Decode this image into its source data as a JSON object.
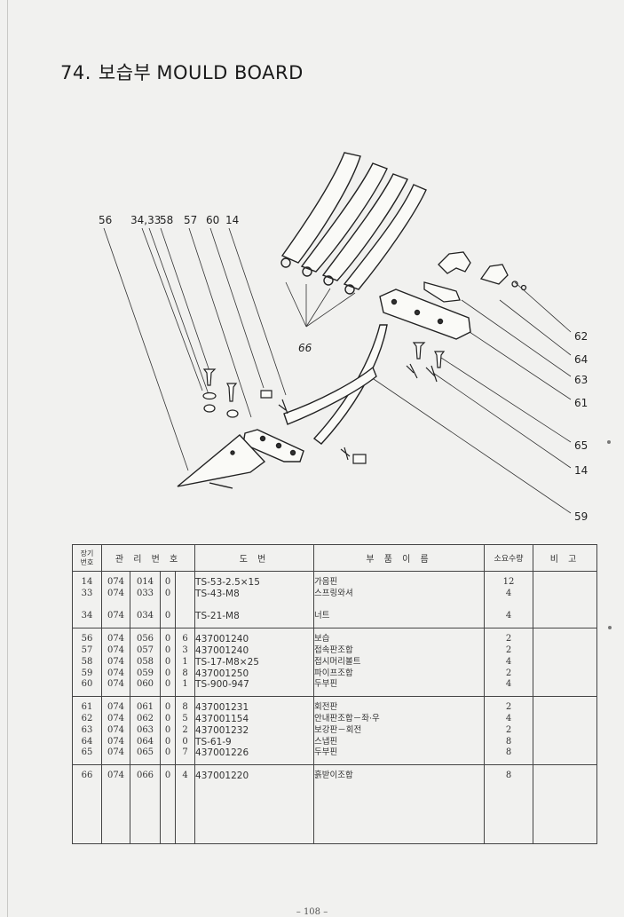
{
  "page": {
    "title_number": "74.",
    "title_korean": "보습부",
    "title_english": "MOULD BOARD",
    "page_number": "– 108 –"
  },
  "callouts": {
    "top": [
      "56",
      "34,33",
      "58",
      "57",
      "60",
      "14"
    ],
    "right": [
      "62",
      "64",
      "63",
      "61",
      "65",
      "14",
      "59"
    ],
    "bottom": [
      "66"
    ]
  },
  "table": {
    "headers": {
      "seq": [
        "장기",
        "번호"
      ],
      "mgmt": "관 리 번 호",
      "drawing": "도 번",
      "part": "부 품 이 름",
      "qty": "소요수량",
      "note": "비 고"
    },
    "groups": [
      {
        "rows": [
          {
            "seq": "14",
            "a": "074",
            "b": "014",
            "c": "0",
            "d": "",
            "drawing": "TS-53-2.5×15",
            "name": "가음핀",
            "qty": "12"
          },
          {
            "seq": "33",
            "a": "074",
            "b": "033",
            "c": "0",
            "d": "",
            "drawing": "TS-43-M8",
            "name": "스프링와셔",
            "qty": "4"
          },
          {
            "seq": "",
            "a": "",
            "b": "",
            "c": "",
            "d": "",
            "drawing": "",
            "name": "",
            "qty": ""
          },
          {
            "seq": "34",
            "a": "074",
            "b": "034",
            "c": "0",
            "d": "",
            "drawing": "TS-21-M8",
            "name": "너트",
            "qty": "4"
          }
        ]
      },
      {
        "rows": [
          {
            "seq": "56",
            "a": "074",
            "b": "056",
            "c": "0",
            "d": "6",
            "drawing": "437001240",
            "name": "보습",
            "qty": "2"
          },
          {
            "seq": "57",
            "a": "074",
            "b": "057",
            "c": "0",
            "d": "3",
            "drawing": "437001240",
            "name": "접속판조합",
            "qty": "2"
          },
          {
            "seq": "58",
            "a": "074",
            "b": "058",
            "c": "0",
            "d": "1",
            "drawing": "TS-17-M8×25",
            "name": "접시머리볼트",
            "qty": "4"
          },
          {
            "seq": "59",
            "a": "074",
            "b": "059",
            "c": "0",
            "d": "8",
            "drawing": "437001250",
            "name": "파이프조합",
            "qty": "2"
          },
          {
            "seq": "60",
            "a": "074",
            "b": "060",
            "c": "0",
            "d": "1",
            "drawing": "TS-900-947",
            "name": "두부핀",
            "qty": "4"
          }
        ]
      },
      {
        "rows": [
          {
            "seq": "61",
            "a": "074",
            "b": "061",
            "c": "0",
            "d": "8",
            "drawing": "437001231",
            "name": "회전판",
            "qty": "2"
          },
          {
            "seq": "62",
            "a": "074",
            "b": "062",
            "c": "0",
            "d": "5",
            "drawing": "437001154",
            "name": "안내판조합－좌·우",
            "qty": "4"
          },
          {
            "seq": "63",
            "a": "074",
            "b": "063",
            "c": "0",
            "d": "2",
            "drawing": "437001232",
            "name": "보강판－회전",
            "qty": "2"
          },
          {
            "seq": "64",
            "a": "074",
            "b": "064",
            "c": "0",
            "d": "0",
            "drawing": "TS-61-9",
            "name": "스냅핀",
            "qty": "8"
          },
          {
            "seq": "65",
            "a": "074",
            "b": "065",
            "c": "0",
            "d": "7",
            "drawing": "437001226",
            "name": "두부핀",
            "qty": "8"
          }
        ]
      },
      {
        "rows": [
          {
            "seq": "66",
            "a": "074",
            "b": "066",
            "c": "0",
            "d": "4",
            "drawing": "437001220",
            "name": "흙받이조합",
            "qty": "8"
          }
        ]
      }
    ]
  }
}
